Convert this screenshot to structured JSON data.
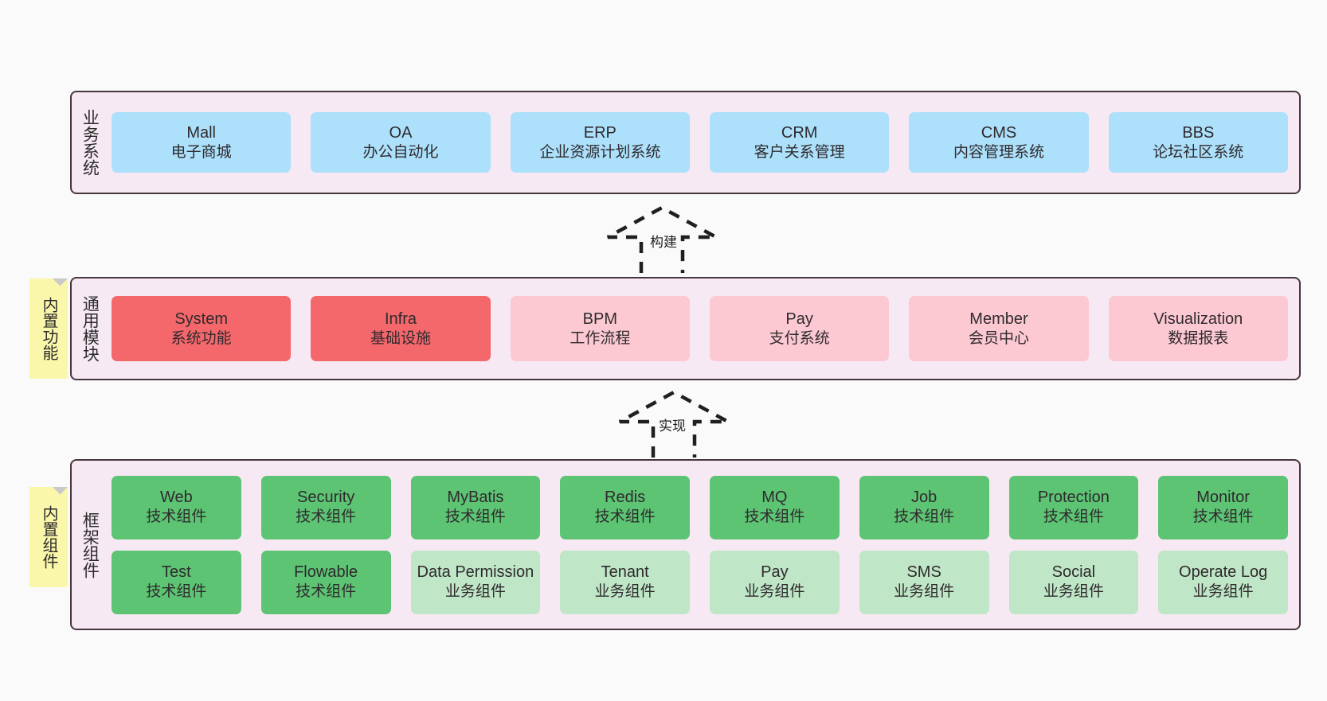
{
  "diagram": {
    "title_note_common": "内置功能",
    "title_note_framework": "内置组件",
    "colors": {
      "layer_bg": "#f7e9f3",
      "layer_border": "#46363d",
      "blue": "#ace0fb",
      "red": "#f4676b",
      "pink": "#fcc9d2",
      "green": "#5cc473",
      "light_green": "#bfe6c6",
      "note_yellow": "#fbf7aa"
    }
  },
  "layers": [
    {
      "name": "business-system",
      "title": "业务系统",
      "rows": [
        {
          "cells": [
            {
              "t1": "Mall",
              "t2": "电子商城",
              "color": "blue"
            },
            {
              "t1": "OA",
              "t2": "办公自动化",
              "color": "blue"
            },
            {
              "t1": "ERP",
              "t2": "企业资源计划系统",
              "color": "blue"
            },
            {
              "t1": "CRM",
              "t2": "客户关系管理",
              "color": "blue"
            },
            {
              "t1": "CMS",
              "t2": "内容管理系统",
              "color": "blue"
            },
            {
              "t1": "BBS",
              "t2": "论坛社区系统",
              "color": "blue"
            }
          ]
        }
      ]
    },
    {
      "name": "common-module",
      "title": "通用模块",
      "rows": [
        {
          "cells": [
            {
              "t1": "System",
              "t2": "系统功能",
              "color": "red"
            },
            {
              "t1": "Infra",
              "t2": "基础设施",
              "color": "red"
            },
            {
              "t1": "BPM",
              "t2": "工作流程",
              "color": "pink"
            },
            {
              "t1": "Pay",
              "t2": "支付系统",
              "color": "pink"
            },
            {
              "t1": "Member",
              "t2": "会员中心",
              "color": "pink"
            },
            {
              "t1": "Visualization",
              "t2": "数据报表",
              "color": "pink"
            }
          ]
        }
      ]
    },
    {
      "name": "framework-component",
      "title": "框架组件",
      "rows": [
        {
          "cells": [
            {
              "t1": "Web",
              "t2": "技术组件",
              "color": "green"
            },
            {
              "t1": "Security",
              "t2": "技术组件",
              "color": "green"
            },
            {
              "t1": "MyBatis",
              "t2": "技术组件",
              "color": "green"
            },
            {
              "t1": "Redis",
              "t2": "技术组件",
              "color": "green"
            },
            {
              "t1": "MQ",
              "t2": "技术组件",
              "color": "green"
            },
            {
              "t1": "Job",
              "t2": "技术组件",
              "color": "green"
            },
            {
              "t1": "Protection",
              "t2": "技术组件",
              "color": "green"
            },
            {
              "t1": "Monitor",
              "t2": "技术组件",
              "color": "green"
            }
          ]
        },
        {
          "cells": [
            {
              "t1": "Test",
              "t2": "技术组件",
              "color": "green"
            },
            {
              "t1": "Flowable",
              "t2": "技术组件",
              "color": "green"
            },
            {
              "t1": "Data Permission",
              "t2": "业务组件",
              "color": "light_green"
            },
            {
              "t1": "Tenant",
              "t2": "业务组件",
              "color": "light_green"
            },
            {
              "t1": "Pay",
              "t2": "业务组件",
              "color": "light_green"
            },
            {
              "t1": "SMS",
              "t2": "业务组件",
              "color": "light_green"
            },
            {
              "t1": "Social",
              "t2": "业务组件",
              "color": "light_green"
            },
            {
              "t1": "Operate Log",
              "t2": "业务组件",
              "color": "light_green"
            }
          ]
        }
      ]
    }
  ],
  "connectors": [
    {
      "name": "build",
      "label": "构建",
      "direction": "up"
    },
    {
      "name": "implement",
      "label": "实现",
      "direction": "up"
    }
  ]
}
